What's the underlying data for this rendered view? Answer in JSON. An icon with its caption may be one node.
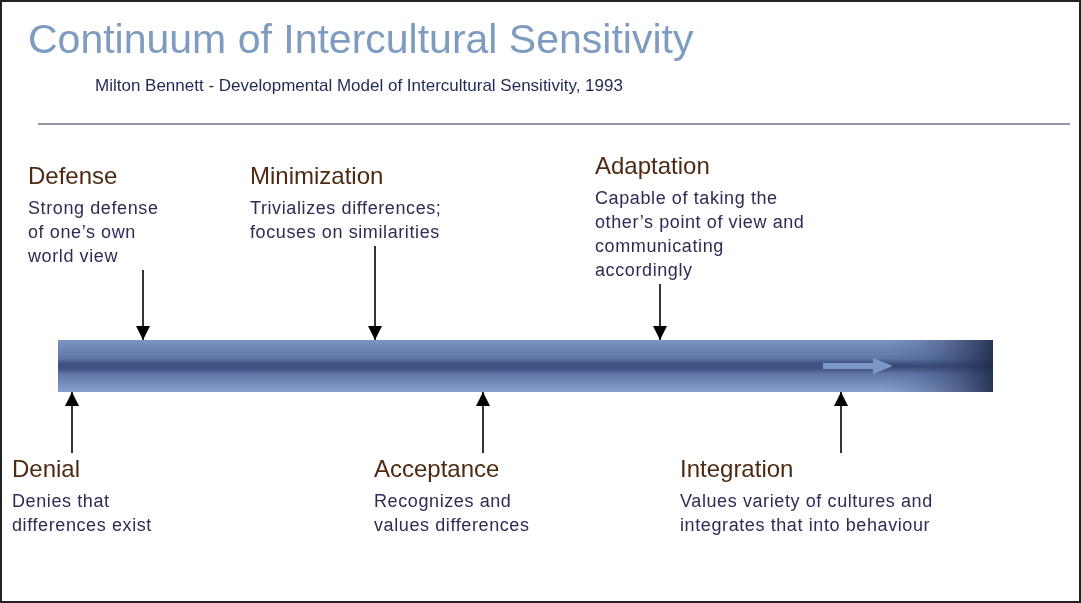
{
  "diagram": {
    "title": "Continuum of Intercultural Sensitivity",
    "caption": "Milton Bennett - Developmental Model of Intercultural Sensitivity, 1993",
    "nodes": [
      {
        "text": [
          "Defense",
          "Strong defense of one’s own world view"
        ]
      },
      {
        "text": [
          "Minimization",
          "Trivializes  differences; focuses on similarities"
        ]
      },
      {
        "text": [
          "Adaptation",
          "Capable of taking the other’s point of view and communicating accordingly"
        ]
      },
      {
        "text": [],
        "shape": "bar"
      },
      {
        "text": [
          "Denial",
          "Denies that differences exist"
        ]
      },
      {
        "text": [
          "Acceptance",
          "Recognizes and values differences"
        ]
      },
      {
        "text": [
          "Integration",
          "Values variety of cultures and integrates that into behaviour"
        ]
      }
    ],
    "edges": [
      {
        "from": 0,
        "to": 3,
        "arrow": "to"
      },
      {
        "from": 1,
        "to": 3,
        "arrow": "to"
      },
      {
        "from": 2,
        "to": 3,
        "arrow": "to"
      },
      {
        "from": 4,
        "to": 3,
        "arrow": "to"
      },
      {
        "from": 5,
        "to": 3,
        "arrow": "to"
      },
      {
        "from": 6,
        "to": 3,
        "arrow": "to"
      }
    ]
  }
}
